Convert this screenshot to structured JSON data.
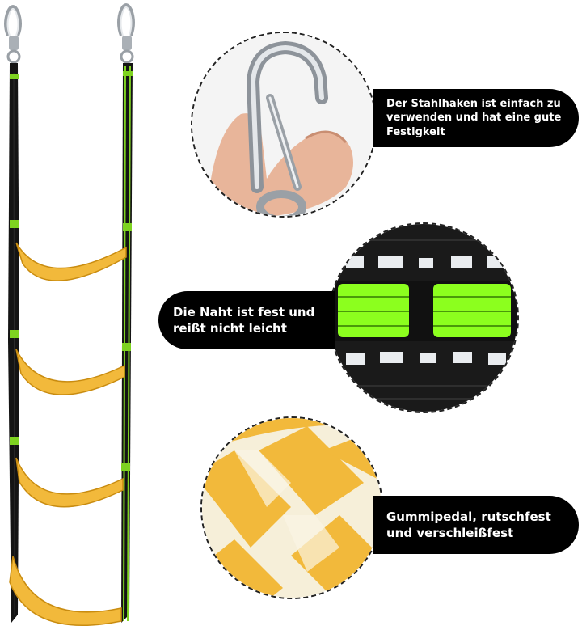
{
  "callouts": {
    "hook": {
      "line1": "Der Stahlhaken ist einfach zu",
      "line2": "verwenden und hat eine gute",
      "line3": "Festigkeit"
    },
    "seam": {
      "line1": "Die Naht ist fest und",
      "line2": "reißt nicht leicht"
    },
    "pedal": {
      "line1": "Gummipedal, rutschfest",
      "line2": "und verschleißfest"
    }
  },
  "colors": {
    "strap": "#111111",
    "accent_green": "#7ed321",
    "pedal_yellow": "#f2b93b",
    "steel": "#c8ccd2",
    "label_bg": "#000000",
    "label_text": "#ffffff"
  },
  "icons": {
    "carabiner": "carabiner-hook-icon",
    "seam": "green-stitch-detail",
    "pedal": "rubber-pedal-texture"
  }
}
